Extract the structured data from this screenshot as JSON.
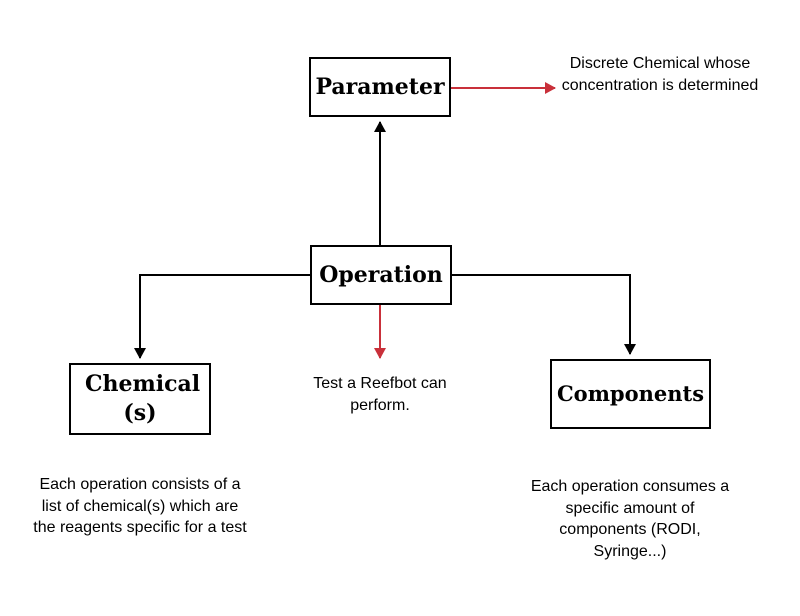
{
  "colors": {
    "line": "#000000",
    "accent": "#c9303a"
  },
  "nodes": {
    "parameter": "Parameter",
    "operation": "Operation",
    "chemical": "Chemical (s)",
    "components": "Components"
  },
  "notes": {
    "parameter": "Discrete Chemical whose concentration is determined",
    "operation": "Test a Reefbot can perform.",
    "chemical": "Each operation consists of a list of chemical(s) which are the reagents specific for a test",
    "components": "Each operation consumes a specific amount of components (RODI, Syringe...)"
  }
}
